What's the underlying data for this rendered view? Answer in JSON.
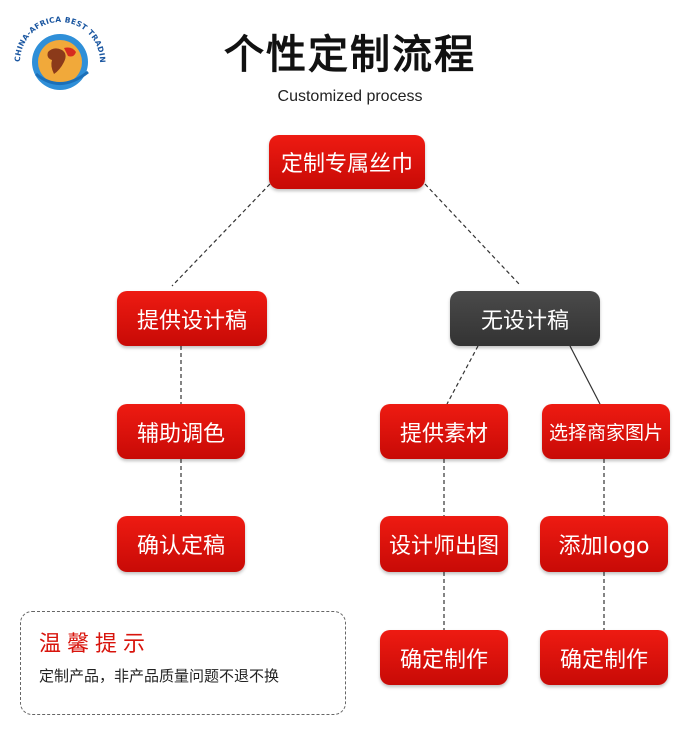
{
  "header": {
    "title": "个性定制流程",
    "subtitle": "Customized process",
    "logo_text": "CHINA-AFRICA BEST TRADING PLATFORM"
  },
  "flow": {
    "root": "定制专属丝巾",
    "with_design": {
      "label": "提供设计稿",
      "steps": [
        "辅助调色",
        "确认定稿"
      ]
    },
    "without_design": {
      "label": "无设计稿",
      "branch_materials": {
        "label": "提供素材",
        "steps": [
          "设计师出图",
          "确定制作"
        ]
      },
      "branch_merchant": {
        "label": "选择商家图片",
        "steps": [
          "添加logo",
          "确定制作"
        ]
      }
    }
  },
  "notice": {
    "title": "温馨提示",
    "text": "定制产品，非产品质量问题不退不换"
  },
  "colors": {
    "node_red": "#e3120b",
    "node_dark": "#3d3d3d",
    "notice_title": "#d8140c"
  }
}
